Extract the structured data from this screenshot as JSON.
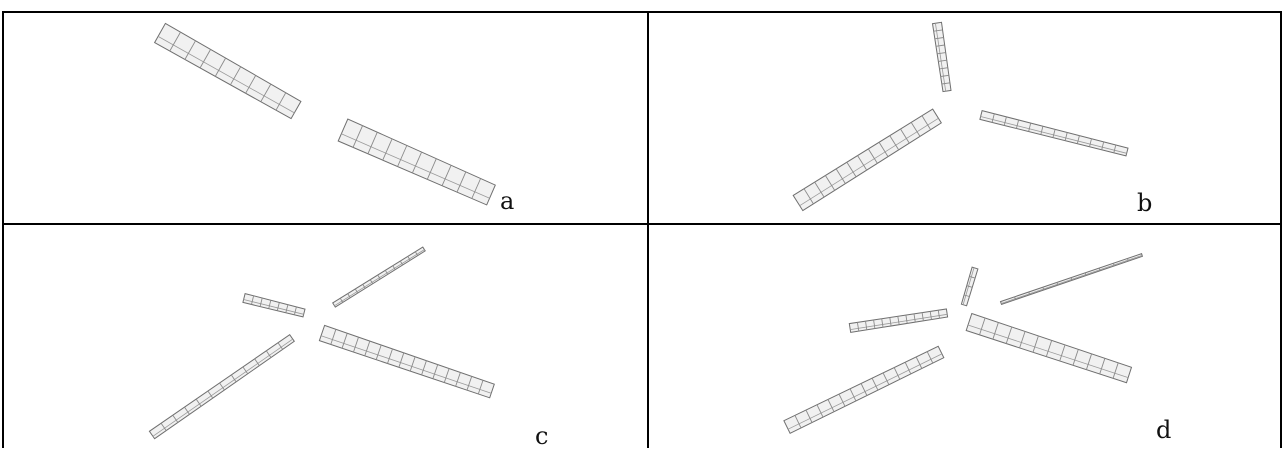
{
  "panels": [
    {
      "label": "a",
      "blades": [
        {
          "ribs": 9
        },
        {
          "ribs": 10
        }
      ]
    },
    {
      "label": "b",
      "blades": [
        {
          "ribs": 9
        },
        {
          "ribs": 13
        },
        {
          "ribs": 12
        }
      ]
    },
    {
      "label": "c",
      "blades": [
        {
          "ribs": 7
        },
        {
          "ribs": 12
        },
        {
          "ribs": 12
        },
        {
          "ribs": 15
        }
      ]
    },
    {
      "label": "d",
      "blades": [
        {
          "ribs": 4
        },
        {
          "ribs": 12
        },
        {
          "ribs": 10
        },
        {
          "ribs": 14
        },
        {
          "ribs": 12
        }
      ]
    }
  ]
}
